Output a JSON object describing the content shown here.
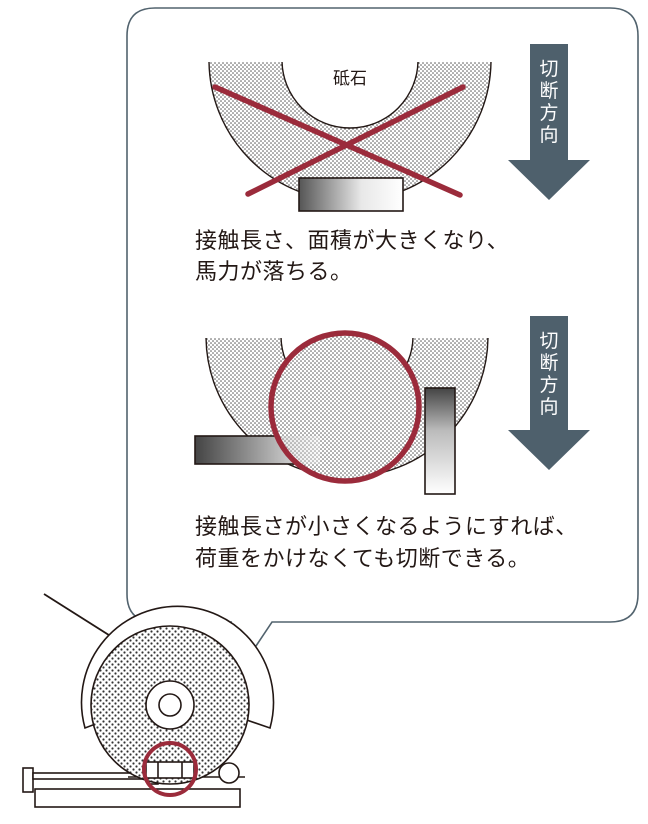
{
  "stone_label": "砥石",
  "direction_label": "切\n断\n方\n向",
  "bad_example": {
    "caption_line1": "接触長さ、面積が大きくなり、",
    "caption_line2": "馬力が落ちる。"
  },
  "good_example": {
    "caption_line1": "接触長さが小さくなるようにすれば、",
    "caption_line2": "荷重をかけなくても切断できる。"
  },
  "colors": {
    "accent_red": "#9b2b3b",
    "arrow_slate": "#4e606c",
    "line": "#231815",
    "balloon_border": "#52636e"
  }
}
